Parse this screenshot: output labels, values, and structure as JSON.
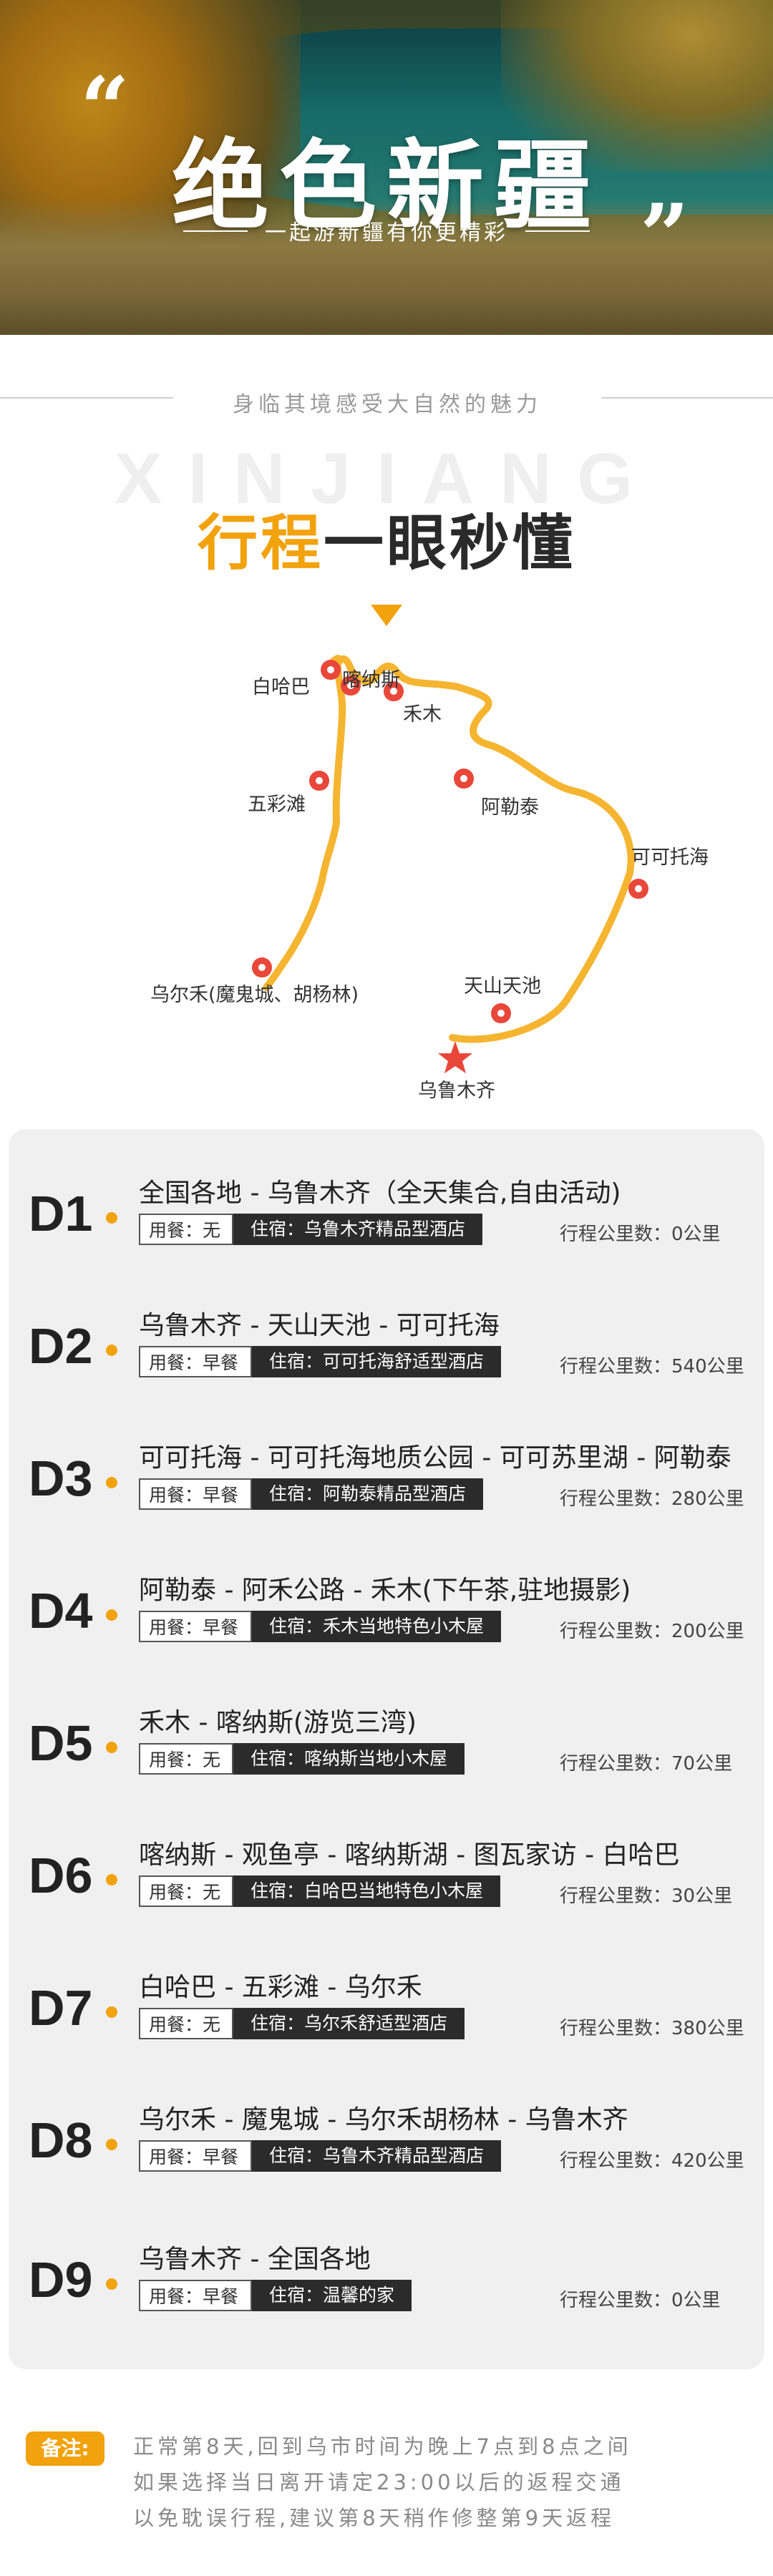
{
  "hero": {
    "title": "绝色新疆",
    "subtitle": "一起游新疆有你更精彩",
    "quote_open": "“",
    "quote_close": "”"
  },
  "tagline": "身临其境感受大自然的魅力",
  "section": {
    "bg_word": "XINJIANG",
    "title_accent": "行程",
    "title_rest": "一眼秒懂"
  },
  "map": {
    "route_color": "#f5b530",
    "pin_color": "#e8473a",
    "labels": {
      "baihaba": "白哈巴",
      "kanas": "喀纳斯",
      "hemu": "禾木",
      "wucaitan": "五彩滩",
      "aletai": "阿勒泰",
      "keketuohai": "可可托海",
      "wuerhe": "乌尔禾(魔鬼城、胡杨林)",
      "tianchi": "天山天池",
      "urumqi": "乌鲁木齐"
    }
  },
  "itinerary": [
    {
      "day": "D1",
      "route": "全国各地 - 乌鲁木齐（全天集合,自由活动)",
      "meal": "用餐：无",
      "hotel": "住宿：乌鲁木齐精品型酒店",
      "km": "行程公里数：0公里"
    },
    {
      "day": "D2",
      "route": "乌鲁木齐 - 天山天池 - 可可托海",
      "meal": "用餐：早餐",
      "hotel": "住宿：可可托海舒适型酒店",
      "km": "行程公里数：540公里"
    },
    {
      "day": "D3",
      "route": "可可托海 - 可可托海地质公园 - 可可苏里湖 - 阿勒泰",
      "meal": "用餐：早餐",
      "hotel": "住宿：阿勒泰精品型酒店",
      "km": "行程公里数：280公里"
    },
    {
      "day": "D4",
      "route": "阿勒泰 - 阿禾公路 - 禾木(下午茶,驻地摄影)",
      "meal": "用餐：早餐",
      "hotel": "住宿：禾木当地特色小木屋",
      "km": "行程公里数：200公里"
    },
    {
      "day": "D5",
      "route": "禾木 - 喀纳斯(游览三湾)",
      "meal": "用餐：无",
      "hotel": "住宿：喀纳斯当地小木屋",
      "km": "行程公里数：70公里"
    },
    {
      "day": "D6",
      "route": "喀纳斯 - 观鱼亭 - 喀纳斯湖 - 图瓦家访 - 白哈巴",
      "meal": "用餐：无",
      "hotel": "住宿：白哈巴当地特色小木屋",
      "km": "行程公里数：30公里"
    },
    {
      "day": "D7",
      "route": "白哈巴 - 五彩滩 - 乌尔禾",
      "meal": "用餐：无",
      "hotel": "住宿：乌尔禾舒适型酒店",
      "km": "行程公里数：380公里"
    },
    {
      "day": "D8",
      "route": "乌尔禾 - 魔鬼城 - 乌尔禾胡杨林 - 乌鲁木齐",
      "meal": "用餐：早餐",
      "hotel": "住宿：乌鲁木齐精品型酒店",
      "km": "行程公里数：420公里"
    },
    {
      "day": "D9",
      "route": "乌鲁木齐 - 全国各地",
      "meal": "用餐：早餐",
      "hotel": "住宿：温馨的家",
      "km": "行程公里数：0公里"
    }
  ],
  "note": {
    "badge": "备注:",
    "lines": [
      "正常第8天,回到乌市时间为晚上7点到8点之间",
      "如果选择当日离开请定23:00以后的返程交通",
      "以免耽误行程,建议第8天稍作修整第9天返程"
    ]
  },
  "colors": {
    "accent": "#f2a20d",
    "hotel_bg": "#2b2b2b",
    "card_bg": "#f0f0f0"
  }
}
